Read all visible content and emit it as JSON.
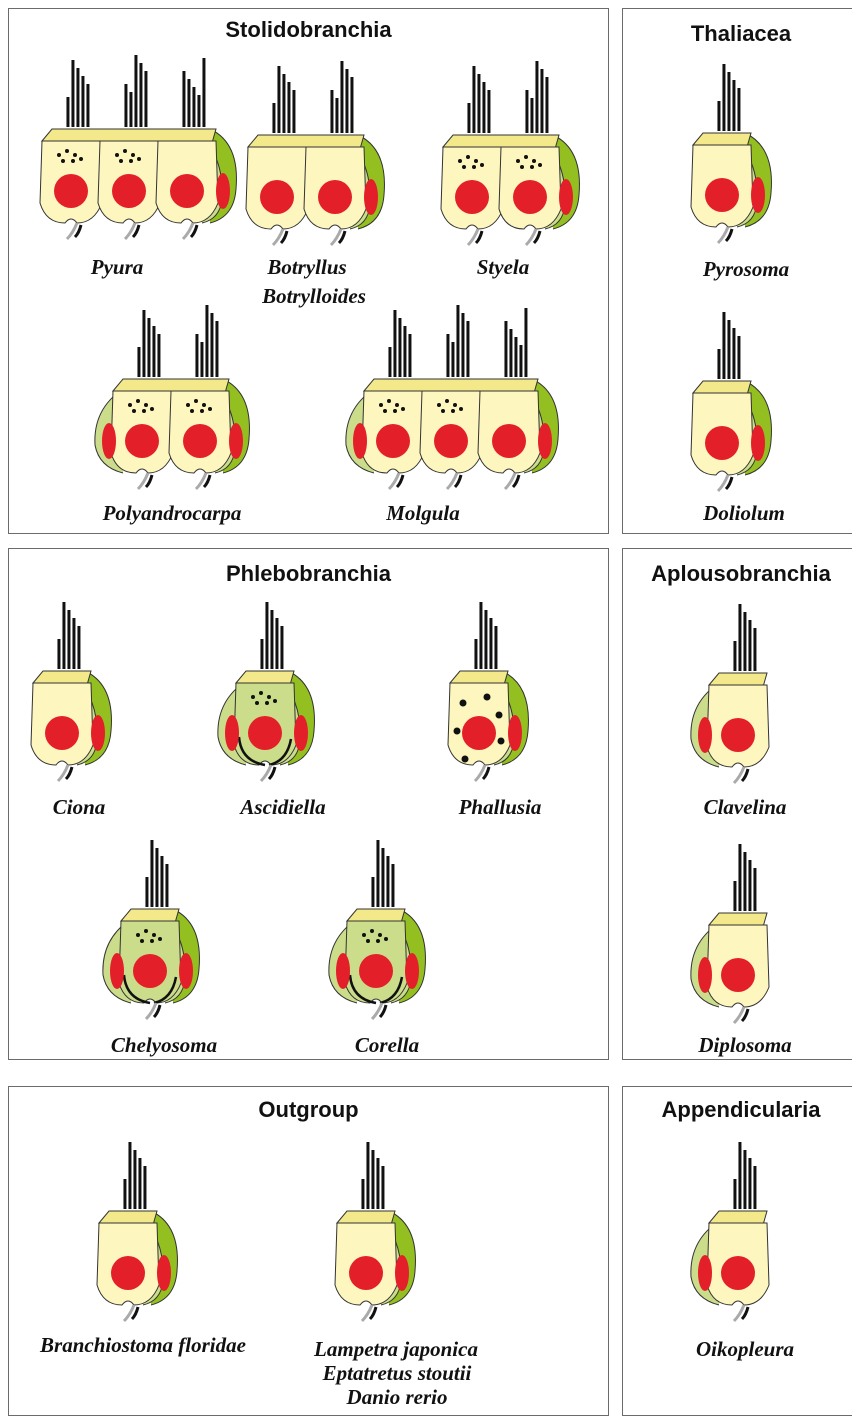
{
  "panels": {
    "stolidobranchia": {
      "title": "Stolidobranchia",
      "labels": {
        "pyura": "Pyura",
        "botryllus": "Botryllus",
        "botrylloides": "Botrylloides",
        "styela": "Styela",
        "polyandrocarpa": "Polyandrocarpa",
        "molgula": "Molgula"
      }
    },
    "thaliacea": {
      "title": "Thaliacea",
      "labels": {
        "pyrosoma": "Pyrosoma",
        "doliolum": "Doliolum"
      }
    },
    "phlebobranchia": {
      "title": "Phlebobranchia",
      "labels": {
        "ciona": "Ciona",
        "ascidiella": "Ascidiella",
        "phallusia": "Phallusia",
        "chelyosoma": "Chelyosoma",
        "corella": "Corella"
      }
    },
    "aplousobranchia": {
      "title": "Aplousobranchia",
      "labels": {
        "clavelina": "Clavelina",
        "diplosoma": "Diplosoma"
      }
    },
    "outgroup": {
      "title": "Outgroup",
      "labels": {
        "branchiostoma": "Branchiostoma floridae",
        "lampetra": "Lampetra japonica",
        "eptatretus": "Eptatretus stoutii",
        "danio": "Danio rerio"
      }
    },
    "appendicularia": {
      "title": "Appendicularia",
      "labels": {
        "oikopleura": "Oikopleura"
      }
    }
  },
  "colors": {
    "cell_body": "#fdf6bf",
    "cell_top": "#f3e98a",
    "side_light_green": "#cbdc8a",
    "side_dark_green": "#93c020",
    "nucleus_red": "#e3202a",
    "outline": "#333333",
    "cilia": "#111111",
    "axon": "#aaaaaa"
  }
}
